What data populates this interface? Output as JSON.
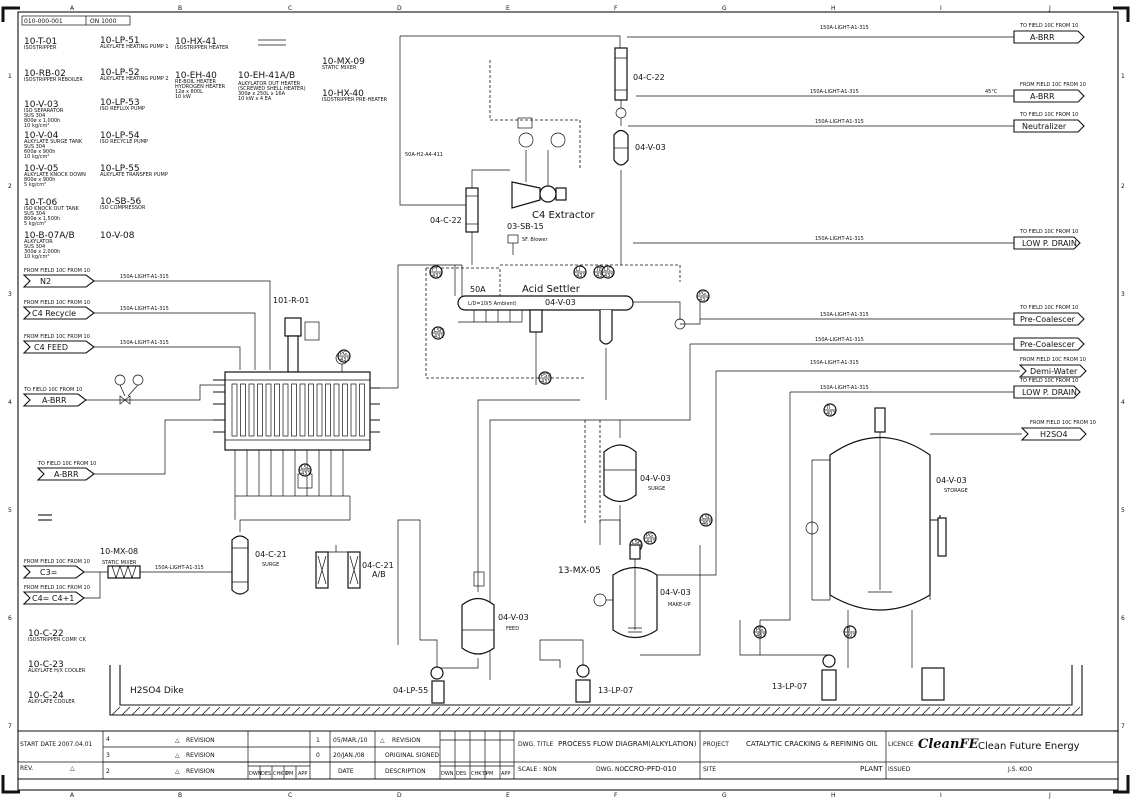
{
  "grid": {
    "columns": [
      "A",
      "B",
      "C",
      "D",
      "E",
      "F",
      "G",
      "H",
      "I",
      "J"
    ],
    "rows": [
      "1",
      "2",
      "3",
      "4",
      "5",
      "6",
      "7"
    ]
  },
  "header_stamp": {
    "drawing_ref": "010-000-001",
    "sheet": "ON 1000"
  },
  "equipment_list": [
    {
      "tag": "10-T-01",
      "desc": "ISOSTRIPPER"
    },
    {
      "tag": "10-RB-02",
      "desc": "ISOSTRIPPER REBOILER"
    },
    {
      "tag": "10-V-03",
      "desc": "ISO SEPARATOR",
      "specs": [
        "SUS 304",
        "800ø x 1,000h",
        "10 kg/cm²"
      ]
    },
    {
      "tag": "10-V-04",
      "desc": "ALKYLATE SURGE TANK",
      "specs": [
        "SUS 304",
        "600ø x 900h",
        "10 kg/cm²"
      ]
    },
    {
      "tag": "10-V-05",
      "desc": "ALKYLATE KNOCK DOWN",
      "specs": [
        "800ø x 900h",
        "5 kg/cm²"
      ]
    },
    {
      "tag": "10-T-06",
      "desc": "ISO KNOCK OUT TANK",
      "specs": [
        "SUS 304",
        "800ø x 1,500h",
        "5 kg/cm²"
      ]
    },
    {
      "tag": "10-B-07A/B",
      "desc": "ALKYLATOR",
      "specs": [
        "SUS 304",
        "300ø x 2,000h",
        "10 kg/cm²"
      ]
    },
    {
      "tag": "10-LP-51",
      "desc": "ALKYLATE HEATING PUMP 1"
    },
    {
      "tag": "10-LP-52",
      "desc": "ALKYLATE HEATING PUMP 2"
    },
    {
      "tag": "10-LP-53",
      "desc": "ISO REFLUX PUMP"
    },
    {
      "tag": "10-LP-54",
      "desc": "ISO RECYCLE PUMP"
    },
    {
      "tag": "10-LP-55",
      "desc": "ALKYLATE TRANSFER PUMP"
    },
    {
      "tag": "10-SB-56",
      "desc": "ISO COMPRESSOR"
    },
    {
      "tag": "10-V-08",
      "desc": ""
    },
    {
      "tag": "10-HX-41",
      "desc": "ISOSTRIPPER HEATER"
    },
    {
      "tag": "10-EH-40",
      "desc": "RE-BOIL HEATER",
      "specs": [
        "HYDROGEN HEATER",
        "12ø x 800L",
        "10 kW"
      ]
    },
    {
      "tag": "10-EH-41A/B",
      "desc": "ALKYLATOR OUT HEATER",
      "specs": [
        "(SCREWED SHELL HEATER)",
        "300ø x 250L x 16A",
        "10 kW x 4 EA"
      ]
    },
    {
      "tag": "10-MX-09",
      "desc": "STATIC MIXER"
    },
    {
      "tag": "10-HX-40",
      "desc": "ISOSTRIPPER PRE-HEATER"
    },
    {
      "tag": "10-C-22",
      "desc": "ISOSTRIPPER COMP. CK"
    },
    {
      "tag": "10-C-23",
      "desc": "ALKYLATE H/X COOLER"
    },
    {
      "tag": "10-C-24",
      "desc": "ALKYLATE COOLER"
    }
  ],
  "streams": {
    "line_spec": "150A-LIGHT-A1-315",
    "line_spec_vent": "50A-H2-A4-411",
    "from_note": "FROM FIELD 10C FROM 10",
    "to_note": "TO FIELD 10C FROM 10",
    "left_inputs": [
      "N2",
      "C4 Recycle",
      "C4 FEED",
      "A-BRR",
      "A-BRR"
    ],
    "left_bottom_inputs": [
      "C3=",
      "C4= C4+1"
    ],
    "right_outputs": [
      "A-BRR",
      "A-BRR",
      "Neutralizer",
      "LOW P. DRAIN",
      "Pre-Coalescer",
      "Pre-Coalescer",
      "Demi-Water",
      "LOW P. DRAIN",
      "H2SO4"
    ],
    "temp_note": "45°C"
  },
  "equipment_labels": {
    "reactor": "101-R-01",
    "static_mixer_tag": "10-MX-08",
    "static_mixer_desc": "STATIC MIXER",
    "filter_surge": "04-C-21",
    "filter_surge_desc": "SURGE",
    "filter_ab": "04-C-21",
    "filter_ab_sub": "A/B",
    "column_left": "04-C-22",
    "column_right": "04-C-22",
    "extractor": "C4 Extractor",
    "vessel_top": "04-V-03",
    "blower": "03-SB-15",
    "blower_sub": "SF. Blower",
    "settler": "Acid Settler",
    "settler_tag": "04-V-03",
    "settler_size": "50A",
    "settler_inner": "L/D=10(5 Ambient)",
    "surge_drum": "04-V-03",
    "surge_drum_desc": "SURGE",
    "feed_drum": "04-V-03",
    "feed_drum_desc": "FEED",
    "makeup_mixer": "13-MX-05",
    "makeup_vessel": "04-V-03",
    "makeup_desc": "MAKE-UP",
    "storage": "04-V-03",
    "storage_desc": "STORAGE",
    "pump_left": "04-LP-55",
    "pump_mid": "13-LP-07",
    "pump_right": "13-LP-07",
    "dike": "H2SO4 Dike"
  },
  "instruments": [
    "PG 431",
    "PG 432",
    "LI 431",
    "TE 431",
    "TT 431",
    "LSH 431",
    "LSL 431",
    "FT 431",
    "LIC 431",
    "PSV 431",
    "PG 441",
    "LSH 461",
    "LSL 461",
    "PG 461",
    "TI 401",
    "TI 402"
  ],
  "title_block": {
    "start_date_label": "START DATE",
    "start_date": "2007.04.01",
    "rev_label": "REV.",
    "revision_rows": [
      {
        "num": "4",
        "mark": "REVISION",
        "sheet": "1",
        "date": "05/MAR./10",
        "desc": "REVISION"
      },
      {
        "num": "3",
        "mark": "REVISION",
        "sheet": "0",
        "date": "20/JAN./08",
        "desc": "ORIGINAL SIGNED"
      },
      {
        "num": "2",
        "mark": "REVISION",
        "sheet": "",
        "date": "DATE",
        "desc": "DESCRIPTION"
      }
    ],
    "sign_cols": [
      "DWN",
      "DES",
      "CHK'D",
      "PM",
      "APP"
    ],
    "dwg_title_label": "DWG. TITLE",
    "dwg_title": "PROCESS FLOW DIAGRAM(ALKYLATION)",
    "scale_label": "SCALE : NON",
    "dwg_no_label": "DWG. NO.",
    "dwg_no": "CCRO-PFD-010",
    "project_label": "PROJECT",
    "project": "CATALYTIC CRACKING & REFINING OIL",
    "site_label": "SITE",
    "site": "PLANT",
    "licence_label": "LICENCE",
    "logo_text": "CleanFE",
    "company": "Clean Future Energy",
    "issued_label": "ISSUED",
    "issued_by": "J.S. KOO"
  }
}
